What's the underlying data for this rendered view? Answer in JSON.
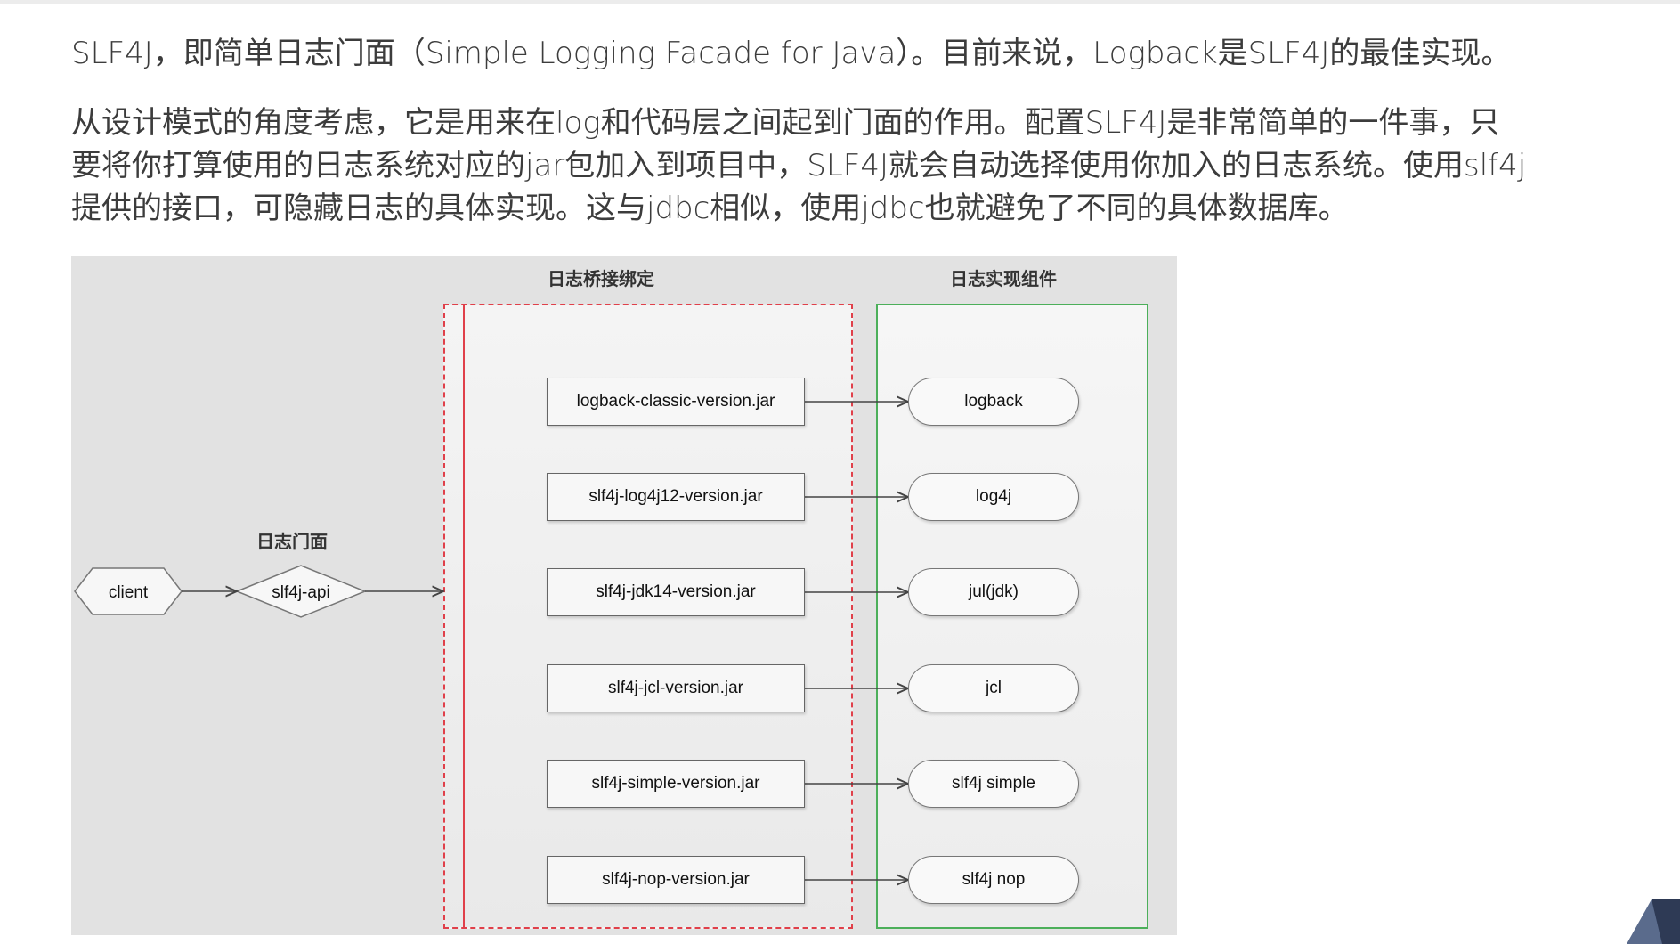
{
  "paragraphs": {
    "p1": "SLF4J，即简单日志门面（Simple Logging Facade for Java）。目前来说，Logback是SLF4J的最佳实现。",
    "p2_line1": "从设计模式的角度考虑，它是用来在log和代码层之间起到门面的作用。配置SLF4J是非常简单的一件事，只",
    "p2_line2": "要将你打算使用的日志系统对应的jar包加入到项目中，SLF4J就会自动选择使用你加入的日志系统。使用slf4j",
    "p2_line3": "提供的接口，可隐藏日志的具体实现。这与jdbc相似，使用jdbc也就避免了不同的具体数据库。"
  },
  "diagram": {
    "bridge_title": "日志桥接绑定",
    "impl_title": "日志实现组件",
    "facade_title": "日志门面",
    "client_label": "client",
    "api_label": "slf4j-api",
    "jars": [
      "logback-classic-version.jar",
      "slf4j-log4j12-version.jar",
      "slf4j-jdk14-version.jar",
      "slf4j-jcl-version.jar",
      "slf4j-simple-version.jar",
      "slf4j-nop-version.jar"
    ],
    "implementations": [
      "logback",
      "log4j",
      "jul(jdk)",
      "jcl",
      "slf4j simple",
      "slf4j nop"
    ],
    "colors": {
      "bridge_border": "#e0404a",
      "impl_border": "#4caf5a",
      "background": "#e2e2e2"
    }
  }
}
